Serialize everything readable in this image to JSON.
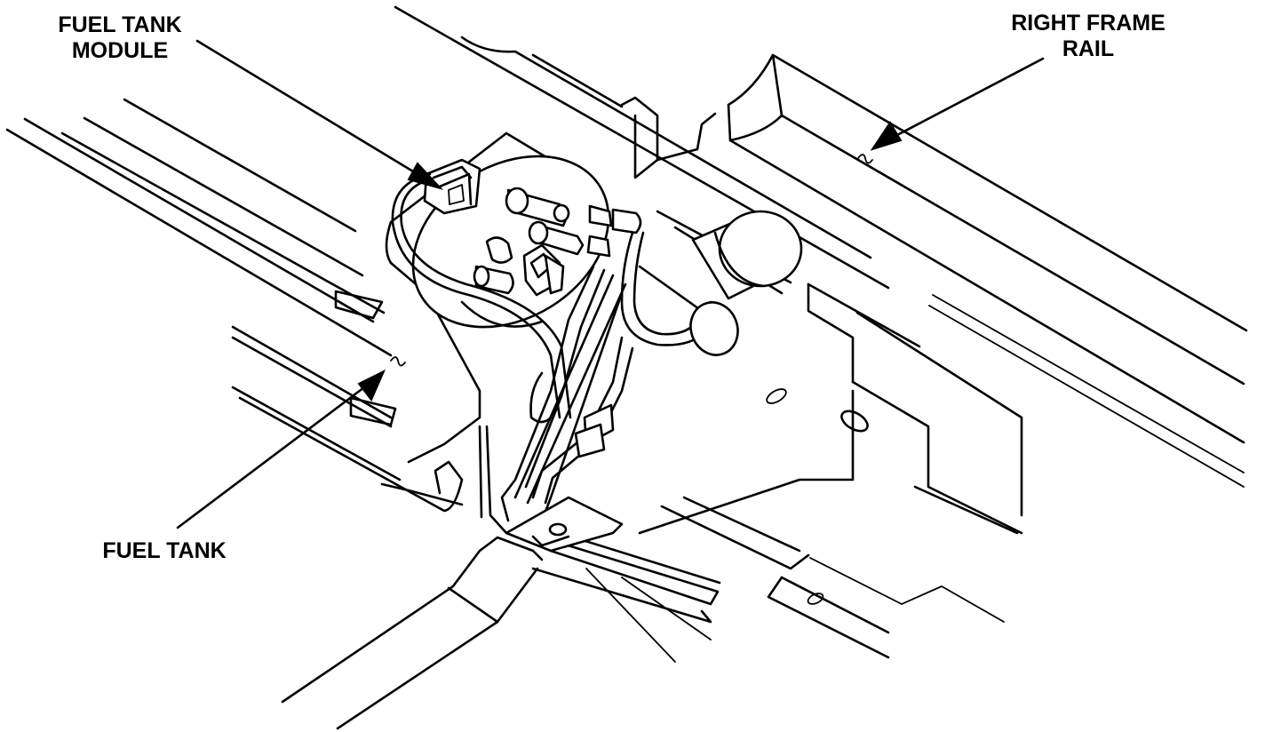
{
  "labels": {
    "module_line1": "FUEL TANK",
    "module_line2": "MODULE",
    "rail_line1": "RIGHT FRAME",
    "rail_line2": "RAIL",
    "tank": "FUEL TANK"
  },
  "colors": {
    "ink": "#000000",
    "paper": "#ffffff"
  }
}
